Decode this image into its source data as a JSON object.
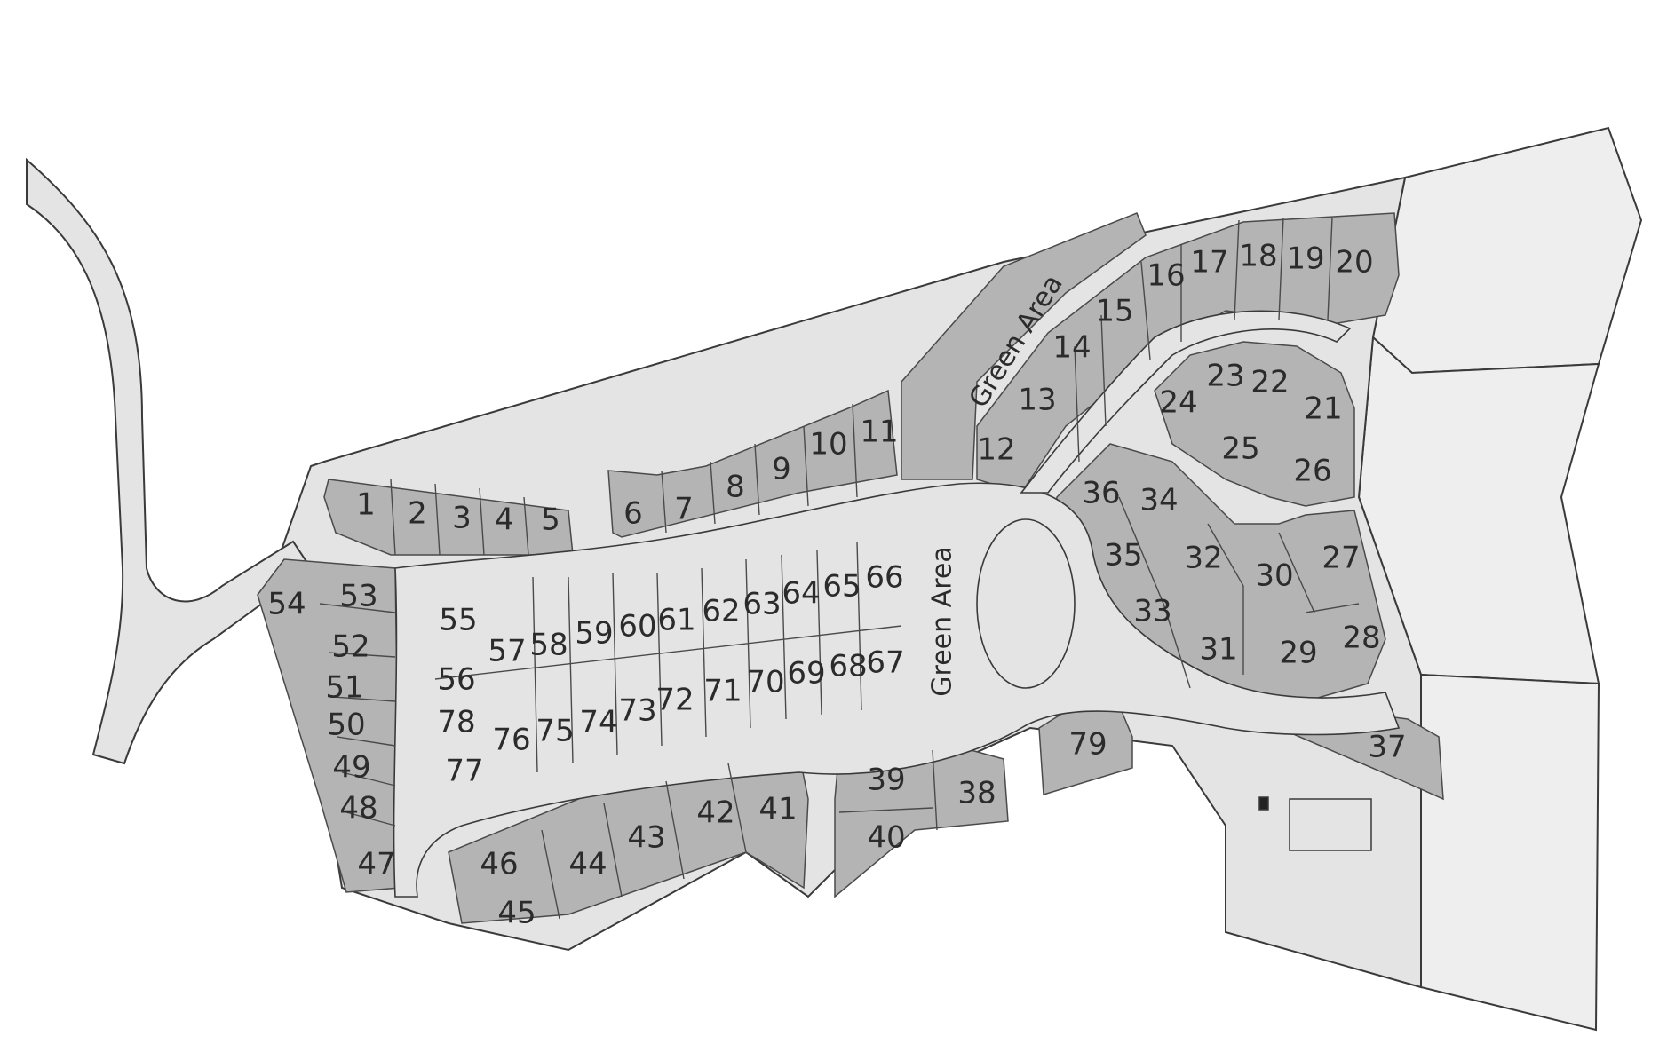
{
  "map": {
    "colors": {
      "lot_fill": "#b4b4b4",
      "road_fill": "#e4e4e4",
      "open_land_fill": "#eeeeee",
      "background": "#ffffff",
      "line": "#3a3a3a"
    },
    "green_areas": [
      {
        "id": "green-area-north",
        "label": "Green Area"
      },
      {
        "id": "green-area-central",
        "label": "Green Area"
      }
    ],
    "lots": [
      "1",
      "2",
      "3",
      "4",
      "5",
      "6",
      "7",
      "8",
      "9",
      "10",
      "11",
      "12",
      "13",
      "14",
      "15",
      "16",
      "17",
      "18",
      "19",
      "20",
      "21",
      "22",
      "23",
      "24",
      "25",
      "26",
      "27",
      "28",
      "29",
      "30",
      "31",
      "32",
      "33",
      "34",
      "35",
      "36",
      "37",
      "38",
      "39",
      "40",
      "41",
      "42",
      "43",
      "44",
      "45",
      "46",
      "47",
      "48",
      "49",
      "50",
      "51",
      "52",
      "53",
      "54",
      "55",
      "56",
      "57",
      "58",
      "59",
      "60",
      "61",
      "62",
      "63",
      "64",
      "65",
      "66",
      "67",
      "68",
      "69",
      "70",
      "71",
      "72",
      "73",
      "74",
      "75",
      "76",
      "77",
      "78",
      "79"
    ]
  }
}
